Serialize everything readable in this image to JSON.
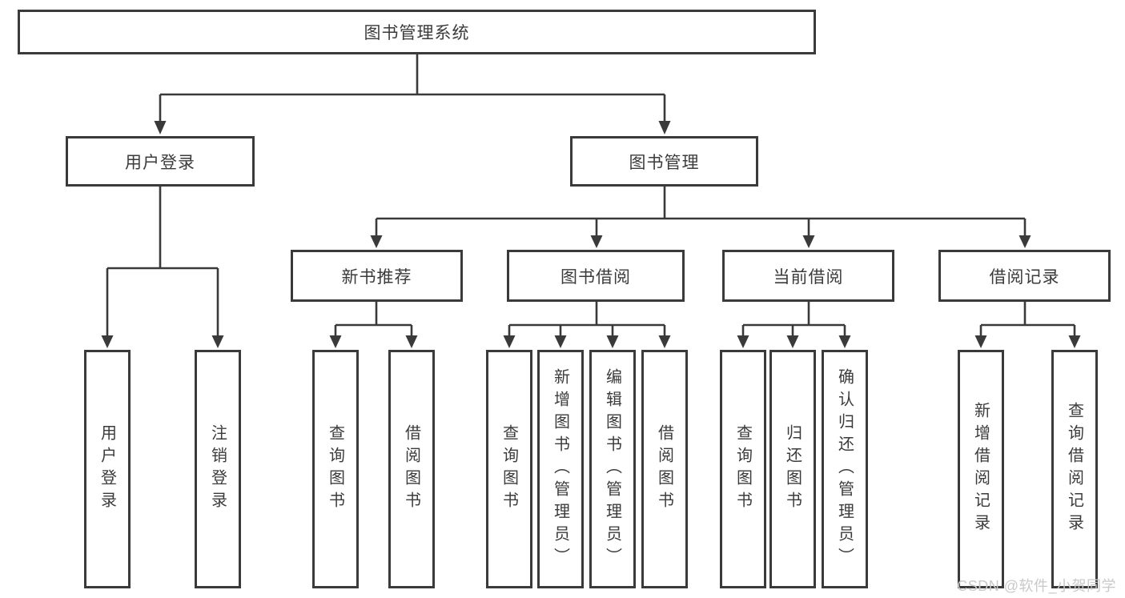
{
  "diagram": {
    "root": {
      "label": "图书管理系统"
    },
    "branches": [
      {
        "label": "用户登录",
        "children": [
          {
            "label": "用户登录"
          },
          {
            "label": "注销登录"
          }
        ]
      },
      {
        "label": "图书管理",
        "children": [
          {
            "label": "新书推荐",
            "children": [
              {
                "label": "查询图书"
              },
              {
                "label": "借阅图书"
              }
            ]
          },
          {
            "label": "图书借阅",
            "children": [
              {
                "label": "查询图书"
              },
              {
                "label": "新增图书（管理员）"
              },
              {
                "label": "编辑图书（管理员）"
              },
              {
                "label": "借阅图书"
              }
            ]
          },
          {
            "label": "当前借阅",
            "children": [
              {
                "label": "查询图书"
              },
              {
                "label": "归还图书"
              },
              {
                "label": "确认归还（管理员）"
              }
            ]
          },
          {
            "label": "借阅记录",
            "children": [
              {
                "label": "新增借阅记录"
              },
              {
                "label": "查询借阅记录"
              }
            ]
          }
        ]
      }
    ]
  },
  "colors": {
    "line": "#3a3a3a",
    "text": "#3b3b3b",
    "watermark": "#c9c9c9"
  },
  "watermark": {
    "text": "CSDN @软件_小贺同学"
  }
}
